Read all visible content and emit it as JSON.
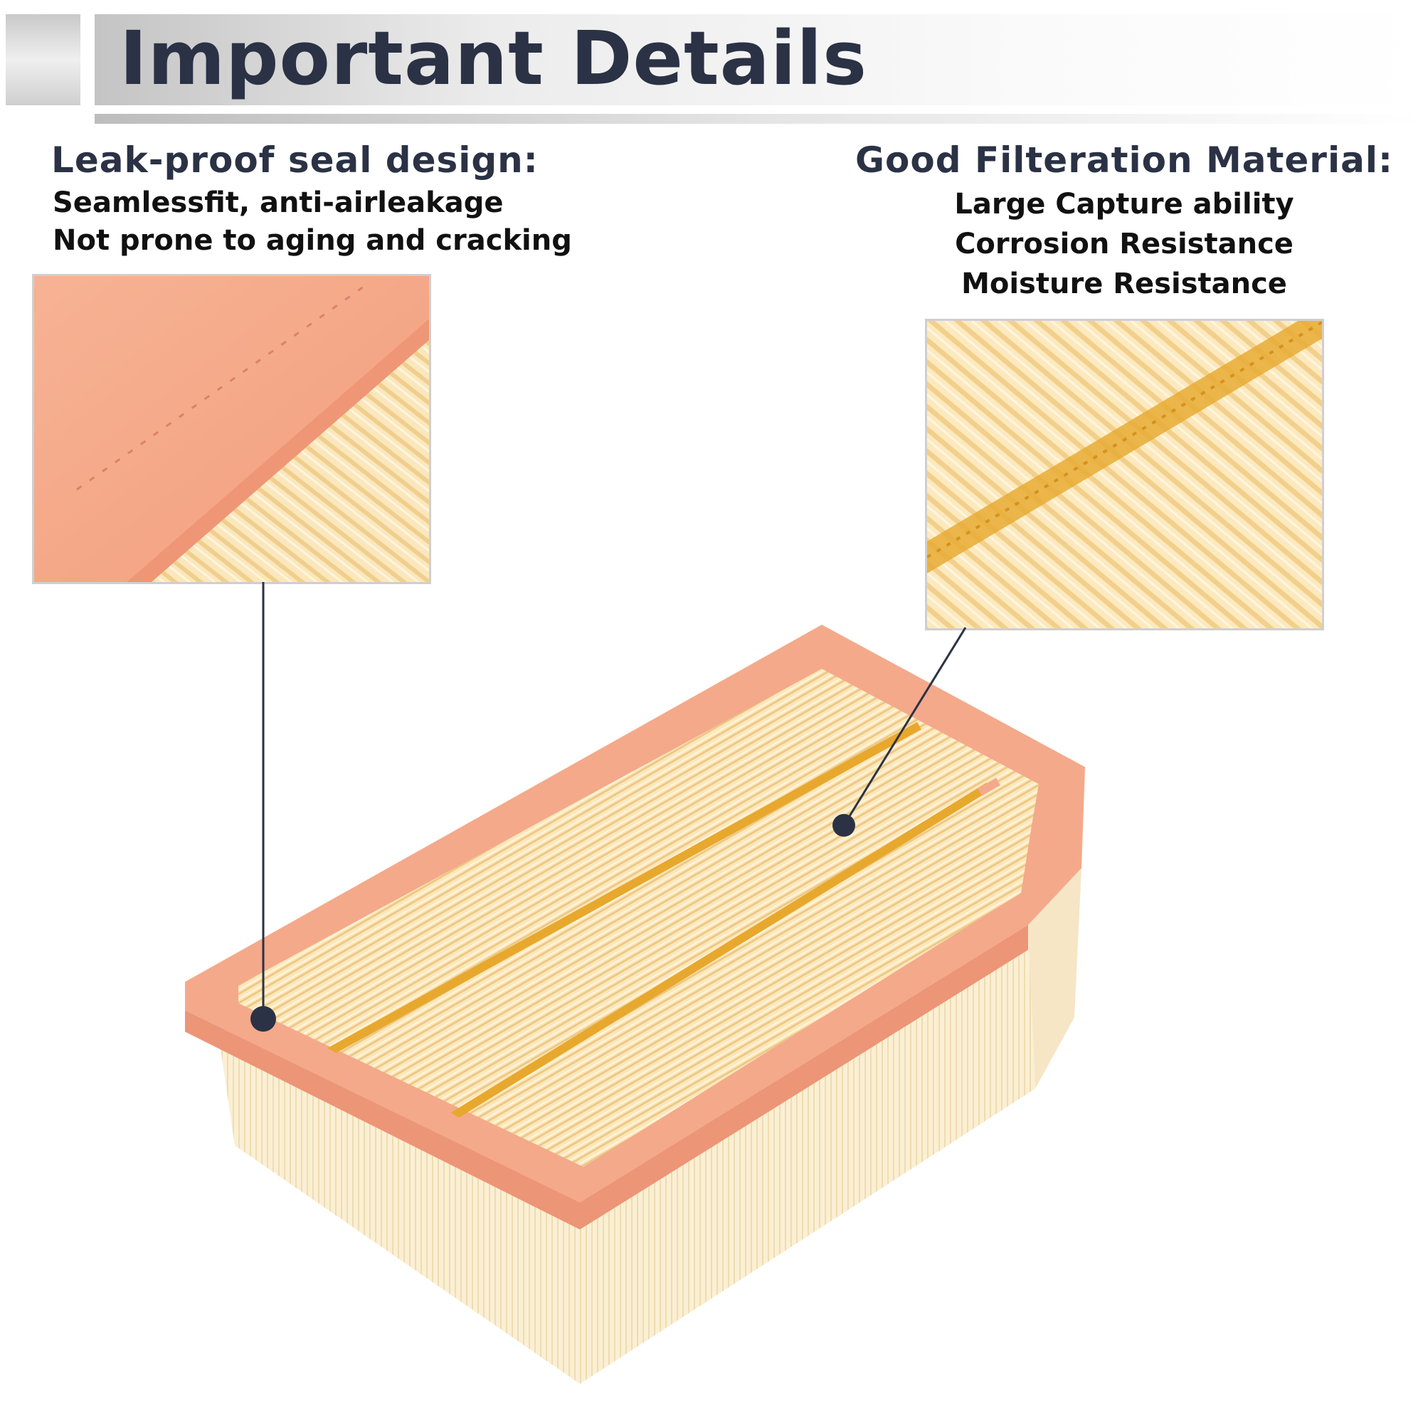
{
  "header": {
    "title": "Important Details"
  },
  "features": {
    "left": {
      "heading": "Leak-proof seal design:",
      "lines": [
        "Seamlessfit, anti-airleakage",
        "Not prone to aging and cracking"
      ]
    },
    "right": {
      "heading": "Good Filteration Material:",
      "lines": [
        "Large Capture ability",
        "Corrosion Resistance",
        "Moisture Resistance"
      ]
    }
  },
  "colors": {
    "title_navy": "#2b3245",
    "frame_orange": "#f4a98a",
    "pleat_cream": "#fbe6b8",
    "rib_amber": "#e7a82d",
    "callout_dot": "#2b3245"
  }
}
